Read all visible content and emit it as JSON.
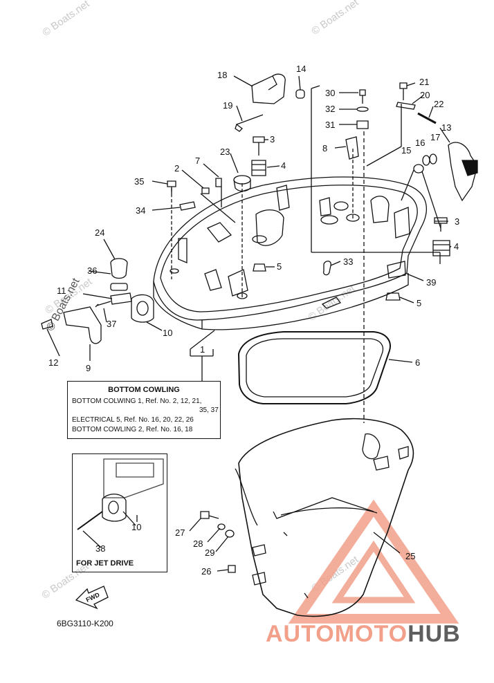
{
  "watermarks": [
    "© Boats.net",
    "© Boats.net",
    "© Boats.net",
    "© Boats.net",
    "© Boats.net",
    "© Boats.net",
    "© Boats.net"
  ],
  "callouts": {
    "c1": "1",
    "c2": "2",
    "c3a": "3",
    "c3b": "3",
    "c4a": "4",
    "c4b": "4",
    "c5a": "5",
    "c5b": "5",
    "c6": "6",
    "c7": "7",
    "c8": "8",
    "c9": "9",
    "c10a": "10",
    "c10b": "10",
    "c11": "11",
    "c12": "12",
    "c13": "13",
    "c14": "14",
    "c15": "15",
    "c16": "16",
    "c17": "17",
    "c18": "18",
    "c19": "19",
    "c20": "20",
    "c21": "21",
    "c22": "22",
    "c23": "23",
    "c24": "24",
    "c25": "25",
    "c26": "26",
    "c27": "27",
    "c28": "28",
    "c29": "29",
    "c30": "30",
    "c31": "31",
    "c32": "32",
    "c33": "33",
    "c34": "34",
    "c35": "35",
    "c36": "36",
    "c37": "37",
    "c38": "38",
    "c39": "39"
  },
  "note": {
    "title": "BOTTOM COWLING",
    "line1": "BOTTOM COLWING 1,  Ref. No. 2, 12, 21,",
    "line2": "35, 37",
    "line3": "ELECTRICAL 5,  Ref. No. 16, 20, 22, 26",
    "line4": "BOTTOM COWLING 2,  Ref. No. 16, 18"
  },
  "jet_drive_label": "FOR JET DRIVE",
  "fwd_label": "FWD",
  "diagram_code": "6BG3110-K200",
  "brand": {
    "part1": "AUTOMOTO",
    "part2": "HUB",
    "accent": "#e8533a",
    "dark": "#5e5e5e"
  },
  "icons": [
    "fwd-arrow-icon",
    "automotohub-logo-icon"
  ]
}
